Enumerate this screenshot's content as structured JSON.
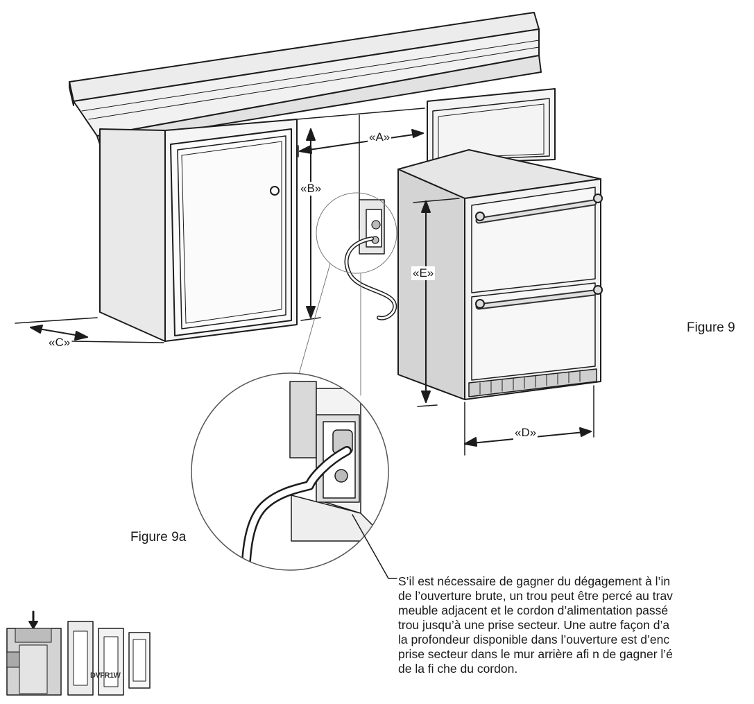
{
  "dimensions": {
    "a": "«A»",
    "b": "«B»",
    "c": "«C»",
    "d": "«D»",
    "e": "«E»"
  },
  "figures": {
    "main": "Figure 9",
    "detail": "Figure 9a"
  },
  "note_lines": [
    "S’il est nécessaire de gagner du dégagement à l’in",
    "de l’ouverture brute, un trou peut être percé au trav",
    "meuble adjacent et le cordon d’alimentation passé",
    "trou jusqu’à une prise secteur. Une autre façon d’a",
    "la profondeur disponible dans l’ouverture est d’enc",
    "prise secteur dans le mur arrière afi n de gagner l’é",
    "de la fi che du cordon."
  ],
  "product_model": "DVFR1W"
}
